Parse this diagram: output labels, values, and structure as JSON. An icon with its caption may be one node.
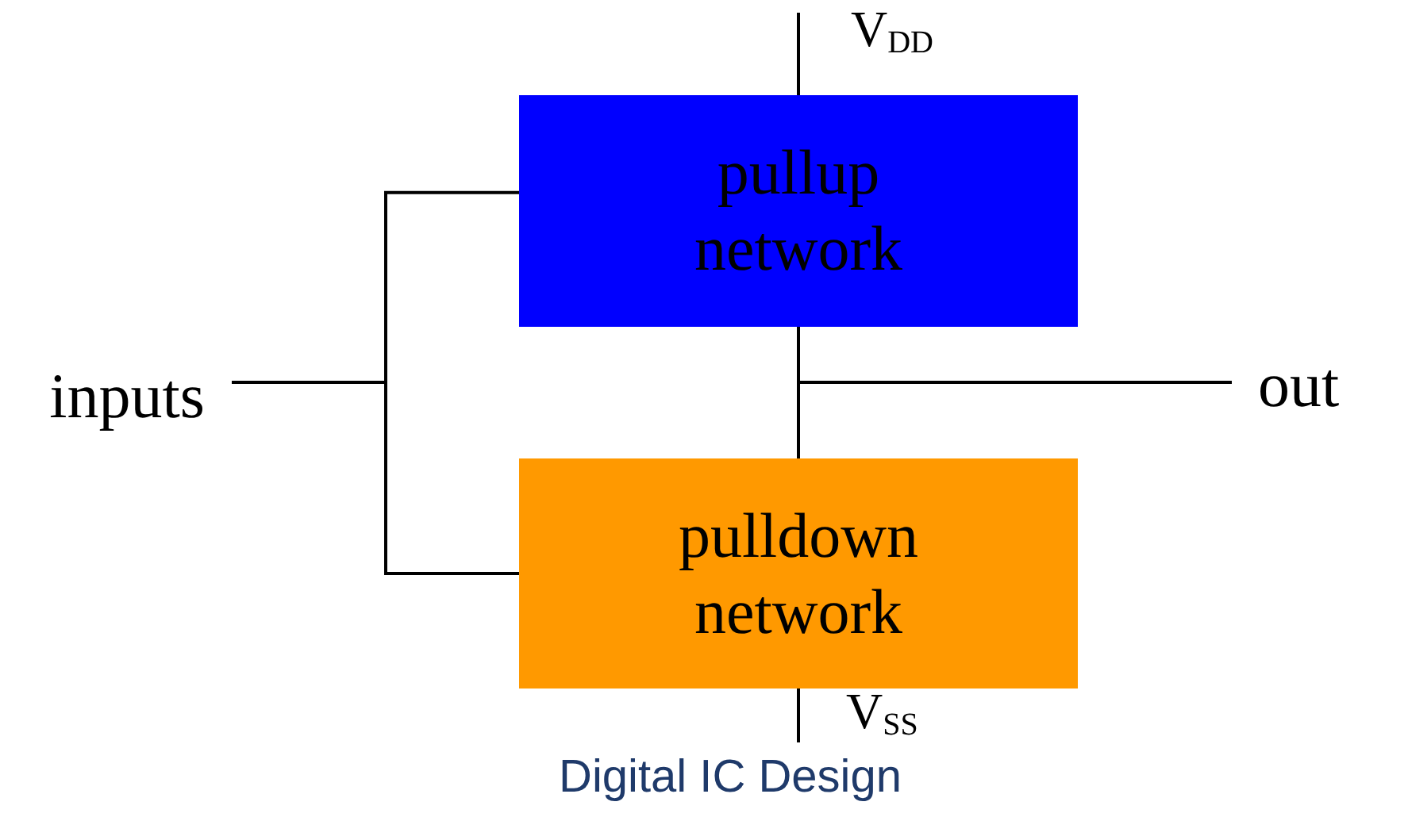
{
  "diagram": {
    "caption": "Digital IC Design",
    "nodes": [
      {
        "text": [
          "pullup network"
        ],
        "beside": [
          "V$_{DD}$"
        ]
      },
      {
        "text": [
          "inputs"
        ]
      },
      {
        "text": [
          "out"
        ]
      },
      {
        "text": [
          "pulldown network"
        ],
        "beside": [
          "V$_{SS}$"
        ]
      }
    ],
    "edges": [
      {
        "from": null,
        "to": 0,
        "arrow": "none"
      },
      {
        "from": 1,
        "to": 0,
        "arrow": "none"
      },
      {
        "from": 1,
        "to": 3,
        "arrow": "none"
      },
      {
        "from": 0,
        "to": 2,
        "arrow": "none"
      },
      {
        "from": 3,
        "to": 2,
        "arrow": "none"
      },
      {
        "from": 3,
        "to": null,
        "arrow": "none"
      }
    ]
  }
}
